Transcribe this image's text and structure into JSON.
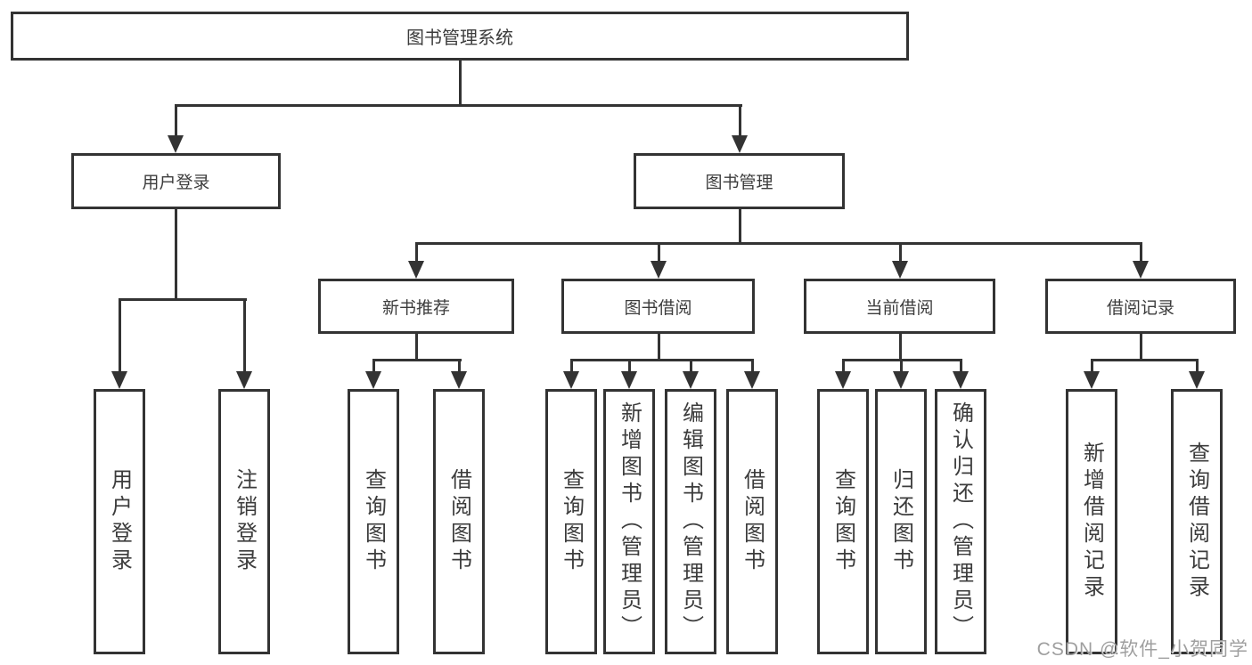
{
  "diagram": {
    "root": {
      "label": "图书管理系统"
    },
    "level2": [
      {
        "label": "用户登录"
      },
      {
        "label": "图书管理"
      }
    ],
    "level3": [
      {
        "label": "新书推荐"
      },
      {
        "label": "图书借阅"
      },
      {
        "label": "当前借阅"
      },
      {
        "label": "借阅记录"
      }
    ],
    "leaves": {
      "user_login": [
        {
          "label": "用户登录"
        },
        {
          "label": "注销登录"
        }
      ],
      "new_books": [
        {
          "label": "查询图书"
        },
        {
          "label": "借阅图书"
        }
      ],
      "book_borrow": [
        {
          "label": "查询图书"
        },
        {
          "label": "新增图书（管理员）"
        },
        {
          "label": "编辑图书（管理员）"
        },
        {
          "label": "借阅图书"
        }
      ],
      "current_borrow": [
        {
          "label": "查询图书"
        },
        {
          "label": "归还图书"
        },
        {
          "label": "确认归还（管理员）"
        }
      ],
      "borrow_records": [
        {
          "label": "新增借阅记录"
        },
        {
          "label": "查询借阅记录"
        }
      ]
    },
    "colors": {
      "line": "#333333",
      "text": "#3c3c3c",
      "background": "#ffffff",
      "watermark": "#9a9a9a"
    }
  },
  "watermark": {
    "text": "CSDN @软件_小贺同学"
  }
}
